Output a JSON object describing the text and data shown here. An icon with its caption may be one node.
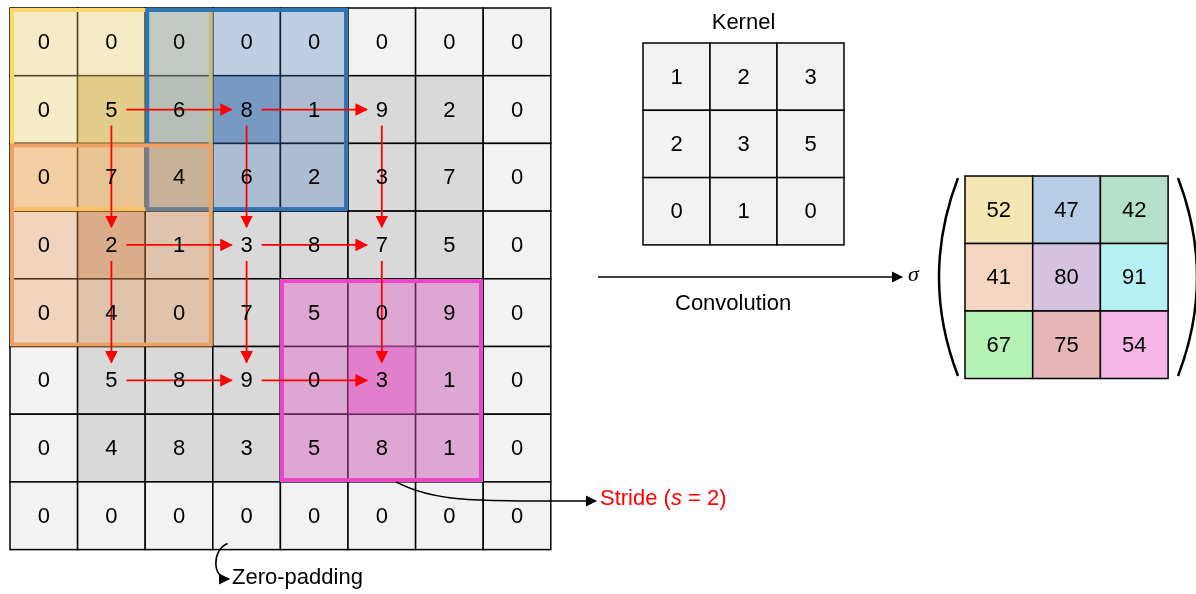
{
  "diagram": {
    "nodes": [
      {
        "text": [],
        "shape": "box"
      },
      {
        "text": [
          "Stride (*s* = 2)"
        ]
      },
      {
        "text": [
          "Zero-padding"
        ]
      },
      {
        "text": [
          "σ"
        ]
      },
      {
        "text": [
          "0"
        ]
      }
    ],
    "edges": [
      {
        "from": 0,
        "to": 1,
        "arrow": "to"
      },
      {
        "from": 4,
        "to": 2,
        "arrow": "to"
      },
      {
        "from": null,
        "to": 3,
        "arrow": "to",
        "label": "Convolution"
      }
    ],
    "labels": [
      "0",
      "0",
      "0",
      "0",
      "0",
      "0",
      "0",
      "0",
      "0",
      "5",
      "6",
      "8",
      "1",
      "9",
      "2",
      "0",
      "0",
      "7",
      "4",
      "6",
      "2",
      "3",
      "7",
      "0",
      "0",
      "2",
      "1",
      "3",
      "8",
      "7",
      "5",
      "0",
      "0",
      "4",
      "0",
      "7",
      "5",
      "0",
      "9",
      "0",
      "0",
      "5",
      "8",
      "9",
      "0",
      "3",
      "1",
      "0",
      "0",
      "4",
      "8",
      "3",
      "5",
      "8",
      "1",
      "0",
      "0",
      "0",
      "0",
      "0",
      "0",
      "0",
      "0",
      "Kernel",
      "1",
      "2",
      "3",
      "2",
      "3",
      "5",
      "0",
      "1",
      "0",
      "52",
      "47",
      "42",
      "41",
      "80",
      "91",
      "67",
      "75",
      "54"
    ]
  }
}
